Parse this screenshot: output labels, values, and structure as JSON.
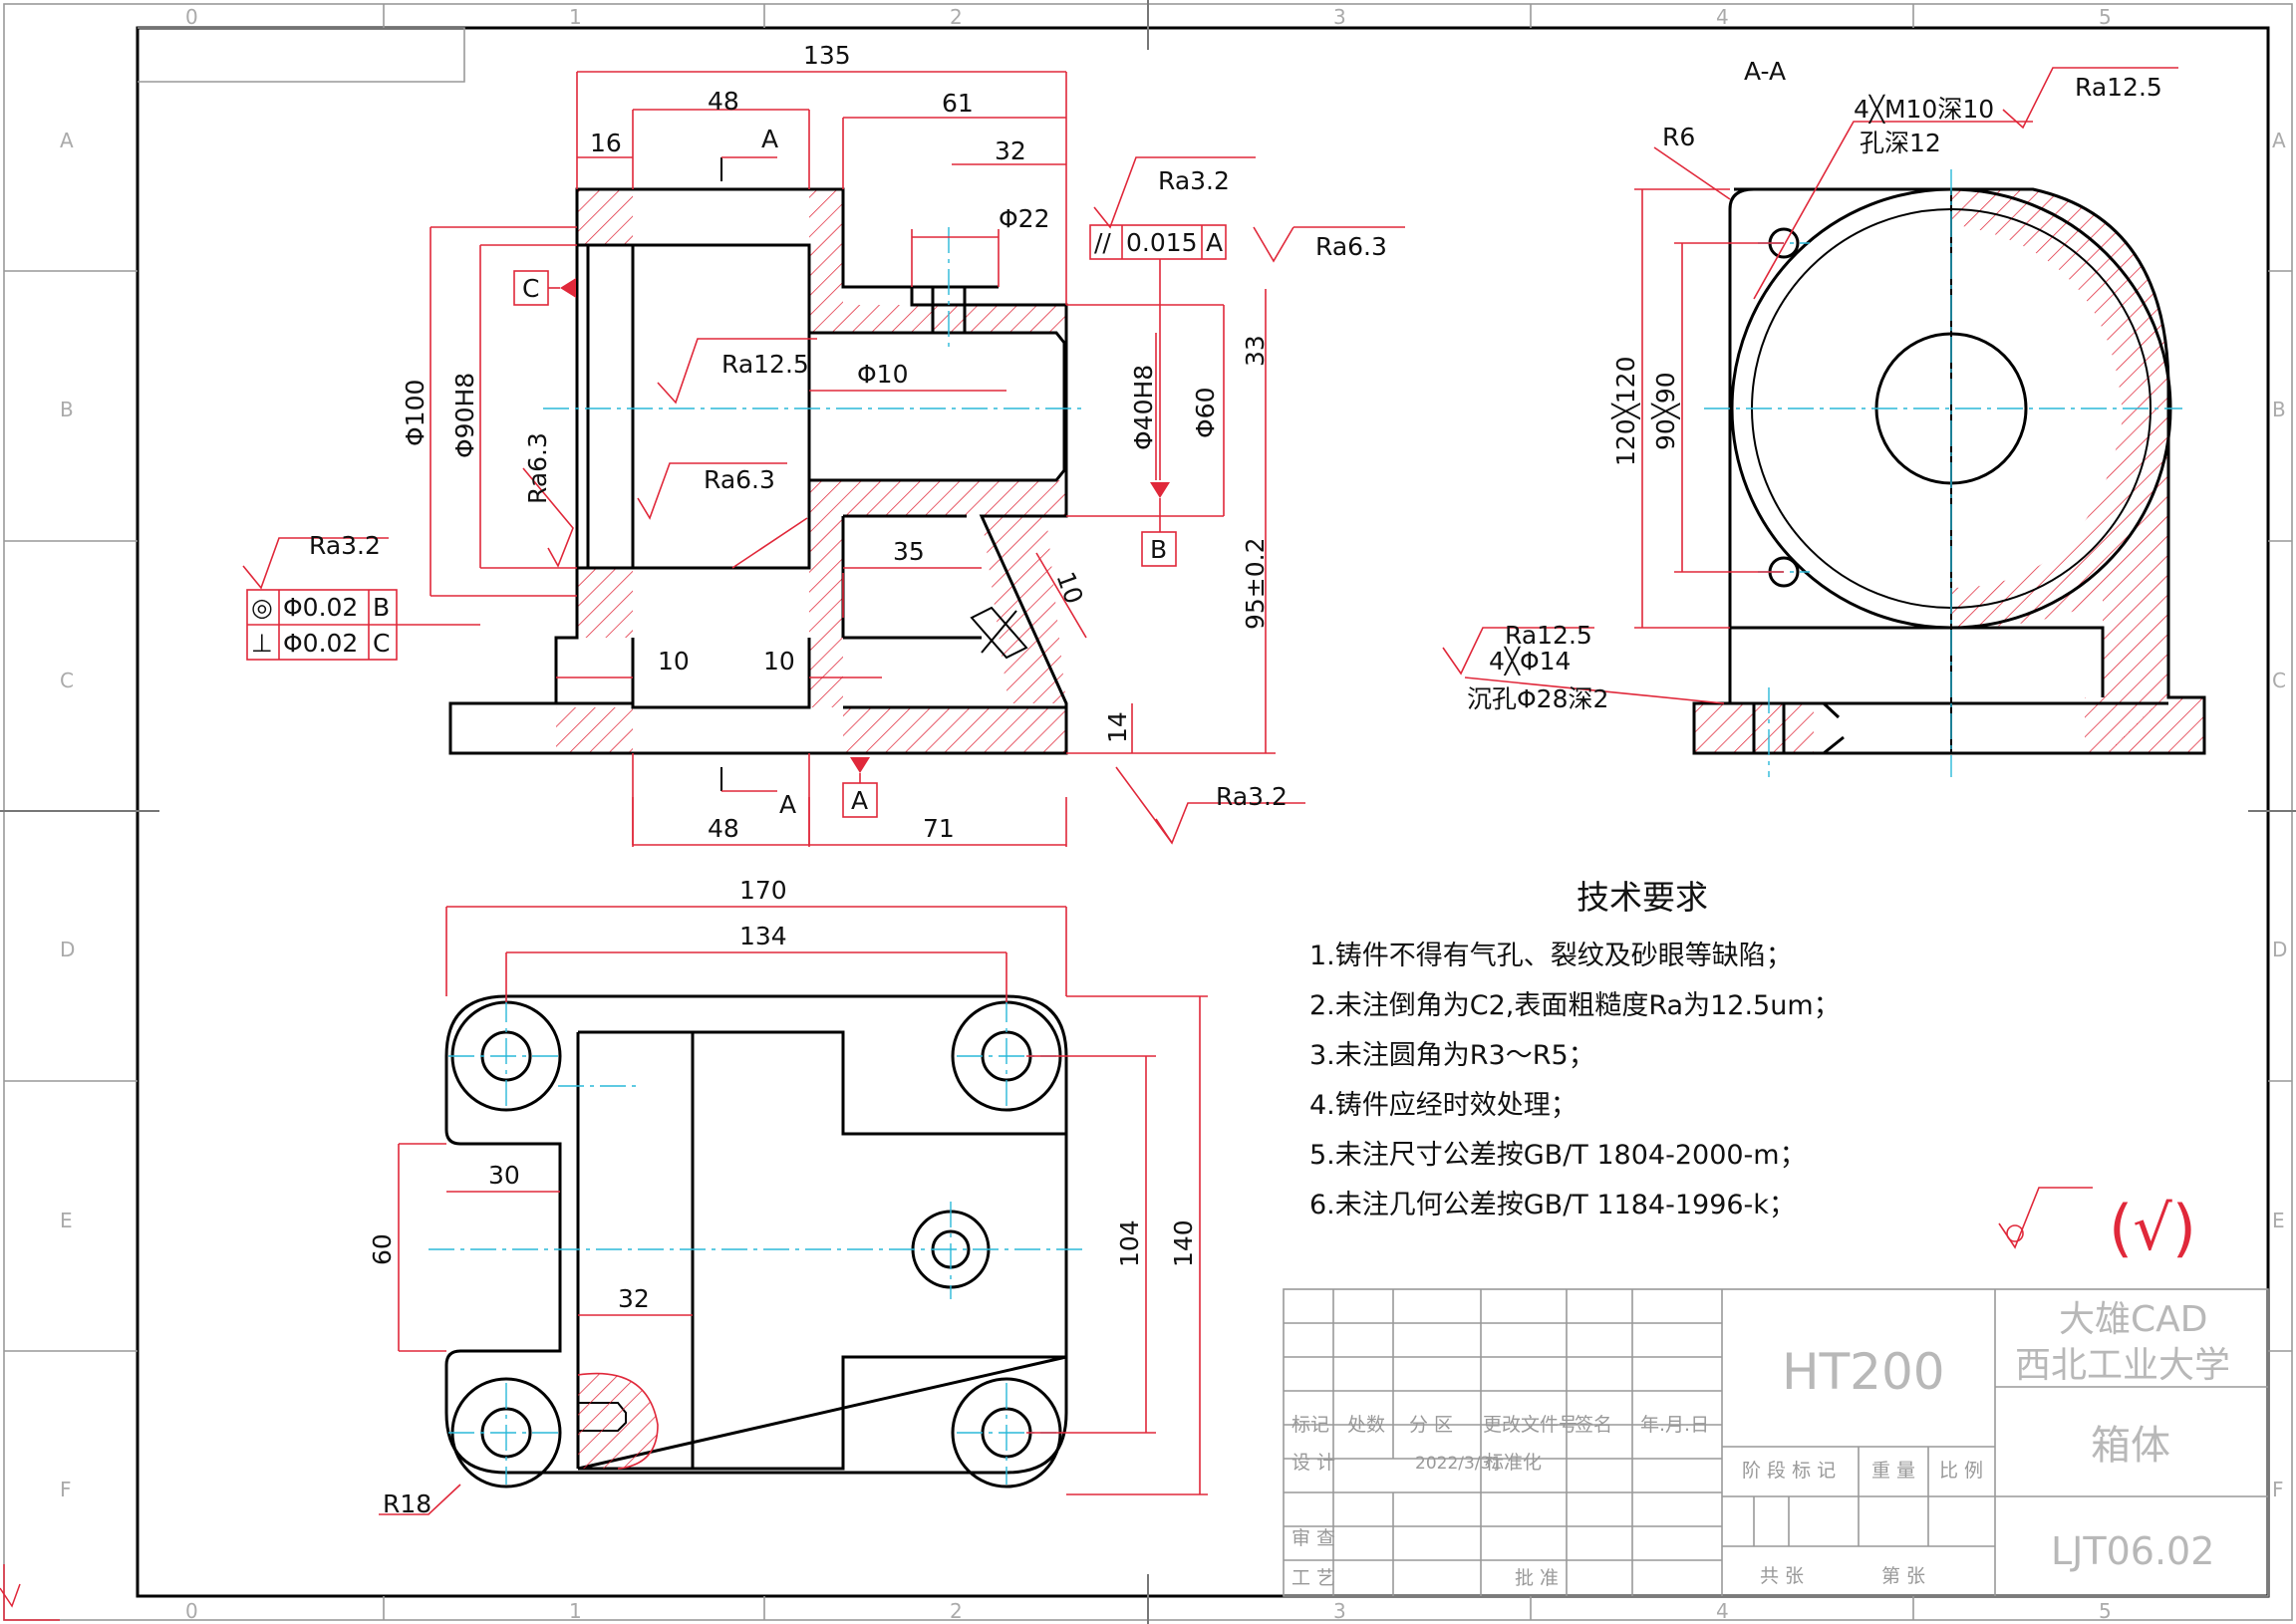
{
  "frame": {
    "columns": [
      "0",
      "1",
      "2",
      "3",
      "4",
      "5"
    ],
    "rows": [
      "A",
      "B",
      "C",
      "D",
      "E",
      "F"
    ]
  },
  "section_label": "A-A",
  "front_view": {
    "dims": {
      "d135": "135",
      "d48t": "48",
      "d61": "61",
      "d16": "16",
      "d32t": "32",
      "phi22": "Φ22",
      "phi10": "Φ10",
      "phi100": "Φ100",
      "phi90": "Φ90H8",
      "phi40": "Φ40H8",
      "phi60": "Φ60",
      "d33": "33",
      "d95": "95±0.2",
      "d14": "14",
      "d35": "35",
      "d10a": "10",
      "d10b": "10",
      "d10c": "10",
      "d48b": "48",
      "d71": "71"
    },
    "roughness": {
      "ra32_top": "Ra3.2",
      "ra63_right": "Ra6.3",
      "ra125_bore": "Ra12.5",
      "ra63_bore": "Ra6.3",
      "ra63_left": "Ra6.3",
      "ra32_left": "Ra3.2",
      "ra32_bottom": "Ra3.2"
    },
    "tolerance": {
      "sym": "//",
      "value": "0.015",
      "datum": "A"
    },
    "coax": {
      "sym": "◎",
      "value": "Φ0.02",
      "datum": "B"
    },
    "perp": {
      "sym": "⊥",
      "value": "Φ0.02",
      "datum": "C"
    },
    "datums": {
      "c": "C",
      "b": "B",
      "a": "A"
    },
    "section_marks": {
      "top": "A",
      "bottom": "A"
    }
  },
  "side_view": {
    "r6": "R6",
    "ra125_top": "Ra12.5",
    "thread_note": "4╳M10深10",
    "hole_depth": "孔深12",
    "d120": "120╳120",
    "d90": "90╳90",
    "ra125_bottom": "Ra12.5",
    "holes": "4╳Φ14",
    "counterbore": "沉孔Φ28深2"
  },
  "top_view": {
    "d170": "170",
    "d134": "134",
    "d30": "30",
    "d60": "60",
    "d32": "32",
    "d104": "104",
    "d140": "140",
    "r18": "R18"
  },
  "requirements": {
    "title": "技术要求",
    "items": [
      "1.铸件不得有气孔、裂纹及砂眼等缺陷；",
      "2.未注倒角为C2,表面粗糙度Ra为12.5um；",
      "3.未注圆角为R3～R5；",
      "4.铸件应经时效处理；",
      "5.未注尺寸公差按GB/T 1804-2000-m；",
      "6.未注几何公差按GB/T 1184-1996-k；"
    ]
  },
  "general_roughness": "(√)",
  "title_block": {
    "material": "HT200",
    "company1": "大雄CAD",
    "company2": "西北工业大学",
    "part_name": "箱体",
    "drawing_no": "LJT06.02",
    "h_mark": "标记",
    "h_count": "处数",
    "h_zone": "分 区",
    "h_doc": "更改文件号",
    "h_sign": "签名",
    "h_date": "年.月.日",
    "design": "设 计",
    "design_date": "2022/3/31",
    "standard": "标准化",
    "stage": "阶 段 标 记",
    "weight": "重 量",
    "scale": "比 例",
    "review": "审 查",
    "process": "工 艺",
    "approve": "批 准",
    "total": "共    张",
    "sheet": "第    张"
  }
}
